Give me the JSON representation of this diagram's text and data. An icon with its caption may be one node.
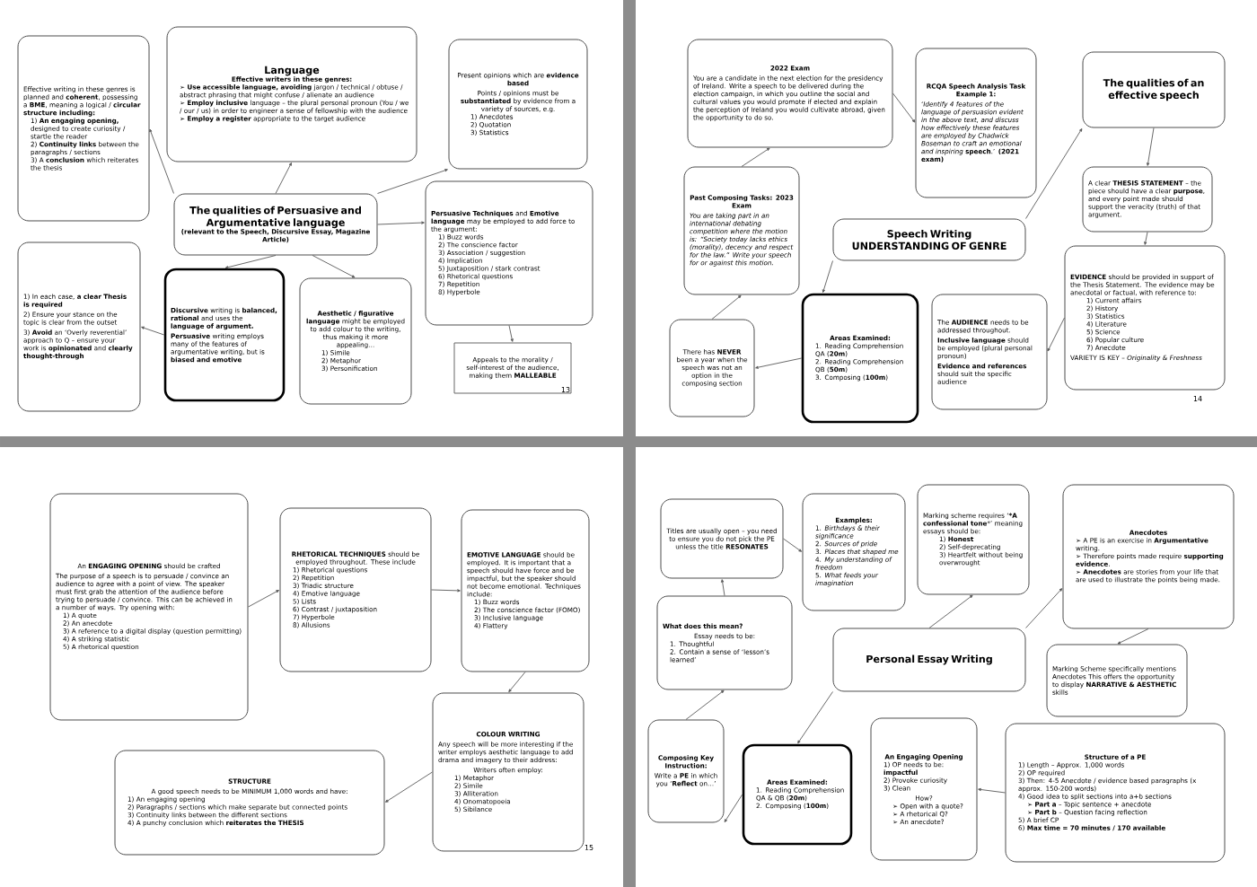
{
  "diagram": {
    "nodes": [
      {
        "text": [
          "The qualities of Persuasive and Argumentative language",
          "(relevant to the Speech, Discursive Essay, Magazine Article)"
        ]
      },
      {
        "text": [
          "Language",
          "Effective writers in these genres:",
          "➢ **Use accessible language, avoiding** jargon / technical / obtuse / abstract phrasing that might confuse / alienate an audience",
          "➢ **Employ inclusive** language – the plural personal pronoun (You / we / our / us) in order to engineer a sense of fellowship with the audience",
          "➢ **Employ a register** appropriate to the target audience"
        ]
      },
      {
        "text": [
          "Effective writing in these genres is planned and **coherent**, possessing a **BME**, meaning a logical / **circular structure including:**",
          "1) **An engaging opening,** designed to create curiosity / startle the reader",
          "2) **Continuity links** between the paragraphs / sections",
          "3) A **conclusion** which reiterates the thesis"
        ]
      },
      {
        "text": [
          "1) In each case, **a clear Thesis is required**",
          "2) Ensure your stance on the topic is clear from the outset",
          "3) **Avoid** an ‘Overly reverential’ approach to Q – ensure your work is **opinionated** and **clearly thought-through**"
        ]
      },
      {
        "text": [
          "**Discursive** writing is **balanced, rational** and uses the **language of argument.**",
          "**Persuasive** writing employs many of the features of argumentative writing, but is **biased and emotive**"
        ]
      },
      {
        "text": [
          "**Aesthetic / figurative language** might be employed to add colour to the writing, thus making it more appealing…",
          "1) Simile",
          "2) Metaphor",
          "3) Personification"
        ]
      },
      {
        "text": [
          "Present opinions which are **evidence based**",
          "Points / opinions must be **substantiated** by evidence from a variety of sources, e.g.",
          "1) Anecdotes",
          "2) Quotation",
          "3) Statistics"
        ]
      },
      {
        "text": [
          "**Persuasive Techniques** and **Emotive language** may be employed to add force to the argument:",
          "1) Buzz words",
          "2) The conscience factor",
          "3) Association / suggestion",
          "4) Implication",
          "5) Juxtaposition / stark contrast",
          "6) Rhetorical questions",
          "7) Repetition",
          "8) Hyperbole"
        ]
      },
      {
        "text": [
          "Appeals to the morality / self-interest of the audience, making them **MALLEABLE**"
        ]
      },
      {
        "text": [
          "Speech Writing UNDERSTANDING OF GENRE"
        ]
      },
      {
        "text": [
          "2022 Exam",
          "You are a candidate in the next election for the presidency of Ireland. Write a speech to be delivered during the election campaign, in which you outline the social and cultural values you would promote if elected and explain the perception of Ireland you would cultivate abroad, given the opportunity to do so."
        ]
      },
      {
        "text": [
          "RCQA Speech Analysis Task",
          "Example 1:",
          "‘*Identify 4 features of the language of persuasion evident in the above text, and discuss how effectively these features are employed by Chadwick Boseman to craft an emotional and inspiring* **speech**.’ **(2021 exam)**"
        ]
      },
      {
        "text": [
          "The qualities of an effective speech"
        ]
      },
      {
        "text": [
          "A clear **THESIS STATEMENT** – the piece should have a clear **purpose**, and every point made should support the veracity (truth) of that argument."
        ]
      },
      {
        "text": [
          "**EVIDENCE** should be provided in support of the Thesis Statement. The evidence may be anecdotal or factual, with reference to:",
          "1) Current affairs",
          "2) History",
          "3) Statistics",
          "4) Literature",
          "5) Science",
          "6) Popular culture",
          "7) Anecdote",
          "VARIETY IS KEY – *Originality & Freshness*"
        ]
      },
      {
        "text": [
          "The **AUDIENCE** needs to be addressed throughout.",
          "**Inclusive language** should be employed (plural personal pronoun)",
          "**Evidence and references** should suit the specific audience"
        ]
      },
      {
        "text": [
          "Areas Examined:",
          "1. Reading Comprehension QA (**20m**)",
          "2. Reading Comprehension QB (**50m**)",
          "3. Composing (**100m**)"
        ]
      },
      {
        "text": [
          "Past Composing Tasks: 2023 Exam",
          "*You are taking part in an international debating competition where the motion is: “Society today lacks ethics (morality), decency and respect for the law.” Write your speech for or against this motion.*"
        ]
      },
      {
        "text": [
          "There has **NEVER** been a year when the speech was not an option in the composing section"
        ]
      },
      {
        "text": [
          "An **ENGAGING OPENING** should be crafted",
          "The purpose of a speech is to persuade / convince an audience to agree with a point of view. The speaker must first grab the attention of the audience before trying to persuade / convince. This can be achieved in a number of ways. Try opening with:",
          "1) A quote",
          "2) An anecdote",
          "3) A reference to a digital display (question permitting)",
          "4) A striking statistic",
          "5) A rhetorical question"
        ]
      },
      {
        "text": [
          "**RHETORICAL TECHNIQUES** should be employed throughout. These include",
          "1) Rhetorical questions",
          "2) Repetition",
          "3) Triadic structure",
          "4) Emotive language",
          "5) Lists",
          "6) Contrast / juxtaposition",
          "7) Hyperbole",
          "8) Allusions"
        ]
      },
      {
        "text": [
          "**EMOTIVE LANGUAGE** should be employed. It is important that a speech should have force and be impactful, but the speaker should not become emotional. Techniques include:",
          "1) Buzz words",
          "2) The conscience factor (FOMO)",
          "3) Inclusive language",
          "4) Flattery"
        ]
      },
      {
        "text": [
          "COLOUR WRITING",
          "Any speech will be more interesting if the writer employs aesthetic language to add drama and imagery to their address:",
          "Writers often employ:",
          "1) Metaphor",
          "2) Simile",
          "3) Alliteration",
          "4) Onomatopoeia",
          "5) Sibilance"
        ]
      },
      {
        "text": [
          "STRUCTURE",
          "A good speech needs to be MINIMUM 1,000 words and have:",
          "1) An engaging opening",
          "2) Paragraphs / sections which make separate but connected points",
          "3) Continuity links between the different sections",
          "4) A punchy conclusion which **reiterates the THESIS**"
        ]
      },
      {
        "text": [
          "Personal Essay Writing"
        ]
      },
      {
        "text": [
          "Titles are usually open – you need to ensure you do not pick the PE unless the title **RESONATES**"
        ]
      },
      {
        "text": [
          "Examples:",
          "1. *Birthdays & their significance*",
          "2. *Sources of pride*",
          "3. *Places that shaped me*",
          "4. *My understanding of freedom*",
          "5. *What feeds your imagination*"
        ]
      },
      {
        "text": [
          "What does this mean?",
          "Essay needs to be:",
          "1. Thoughtful",
          "2. Contain a sense of ‘lesson’s learned’"
        ]
      },
      {
        "text": [
          "Composing Key Instruction:",
          "Write a **PE** in which you ‘**Reflect** on…’"
        ]
      },
      {
        "text": [
          "Areas Examined:",
          "1. Reading Comprehension QA & QB (**20m**)",
          "2. Composing (**100m**)"
        ]
      },
      {
        "text": [
          "Marking scheme requires ‘***A confessional tone***’ meaning essays should be:",
          "1) **Honest**",
          "2) Self-deprecating",
          "3) Heartfelt without being overwrought"
        ]
      },
      {
        "text": [
          "Anecdotes",
          "➢ A PE is an exercise in **Argumentative** writing.",
          "➢ Therefore points made require **supporting evidence**.",
          "➢ **Anecdotes** are stories from your life that are used to illustrate the points being made."
        ]
      },
      {
        "text": [
          "An Engaging Opening",
          "1) OP needs to be: **impactful**",
          "2) Provoke curiosity",
          "3) Clean",
          "How?",
          "➢ Open with a quote?",
          "➢ A rhetorical Q?",
          "➢ An anecdote?"
        ]
      },
      {
        "text": [
          "Structure of a PE",
          "1) Length – Approx. 1,000 words",
          "2) OP required",
          "3) Then: 4-5 Anecdote / evidence based paragraphs (x approx. 150-200 words)",
          "4) Good idea to split sections into a+b sections",
          "➢ **Part a** – Topic sentence + anecdote",
          "➢ **Part b** – Question facing reflection",
          "5) A brief CP",
          "6) **Max time = 70 minutes / 170 available**"
        ]
      },
      {
        "text": [
          "Marking Scheme specifically mentions Anecdotes This offers the opportunity to display **NARRATIVE & AESTHETIC** skills"
        ]
      }
    ],
    "edges": [
      {
        "from": 0,
        "to": 1,
        "arrow": "to"
      },
      {
        "from": 0,
        "to": 2,
        "arrow": "to"
      },
      {
        "from": 0,
        "to": 6,
        "arrow": "to"
      },
      {
        "from": 0,
        "to": 7,
        "arrow": "to"
      },
      {
        "from": 0,
        "to": 4,
        "arrow": "to"
      },
      {
        "from": 0,
        "to": 5,
        "arrow": "to"
      },
      {
        "from": 4,
        "to": 3,
        "arrow": "to"
      },
      {
        "from": 7,
        "to": 8,
        "arrow": "to"
      },
      {
        "from": 9,
        "to": 12,
        "arrow": "to"
      },
      {
        "from": 12,
        "to": 13,
        "arrow": "to"
      },
      {
        "from": 13,
        "to": 14,
        "arrow": "to"
      },
      {
        "from": 14,
        "to": 15,
        "arrow": "to"
      },
      {
        "from": 9,
        "to": 16,
        "arrow": "to"
      },
      {
        "from": 16,
        "to": 18,
        "arrow": "to"
      },
      {
        "from": 18,
        "to": 17,
        "arrow": "to"
      },
      {
        "from": 17,
        "to": 10,
        "arrow": "to"
      },
      {
        "from": 10,
        "to": 11,
        "arrow": "to"
      },
      {
        "from": 19,
        "to": 20,
        "arrow": "to"
      },
      {
        "from": 20,
        "to": 21,
        "arrow": "to"
      },
      {
        "from": 21,
        "to": 22,
        "arrow": "to"
      },
      {
        "from": 22,
        "to": 23,
        "arrow": "to"
      },
      {
        "from": 24,
        "to": 30,
        "arrow": "to"
      },
      {
        "from": 24,
        "to": 31,
        "arrow": "to"
      },
      {
        "from": 31,
        "to": 34,
        "arrow": "to"
      },
      {
        "from": 24,
        "to": 29,
        "arrow": "to"
      },
      {
        "from": 33,
        "to": 32,
        "arrow": "to"
      },
      {
        "from": 25,
        "to": 26,
        "arrow": "to"
      },
      {
        "from": 27,
        "to": 25,
        "arrow": "to"
      },
      {
        "from": 28,
        "to": 27,
        "arrow": "to"
      },
      {
        "from": 29,
        "to": 28,
        "arrow": "to"
      }
    ],
    "labels": [
      "13",
      "14",
      "15"
    ]
  }
}
